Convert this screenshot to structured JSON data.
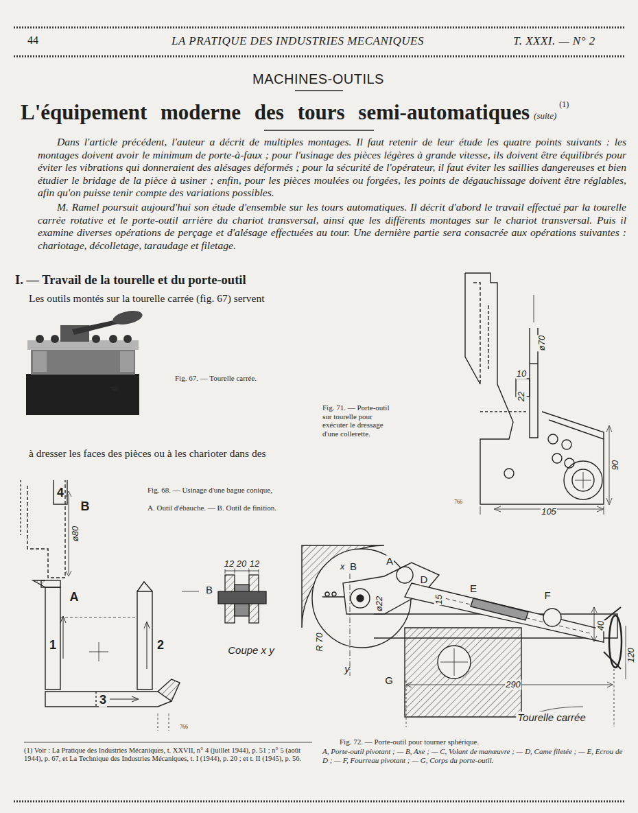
{
  "diagram": {
    "title": "L'équipement moderne des tours semi-automatiques",
    "labels": [
      "44",
      "LA PRATIQUE DES INDUSTRIES MECANIQUES",
      "T. XXXI. — N° 2",
      "MACHINES-OUTILS",
      "(suite)",
      "(1)",
      "Dans l'article précédent, l'auteur a décrit de multiples montages. Il faut retenir de leur étude les quatre points suivants : les montages doivent avoir le minimum de porte-à-faux ; pour l'usinage des pièces légères à grande vitesse, ils doivent être équilibrés pour éviter les vibrations qui donneraient des alésages déformés ; pour la sécurité de l'opérateur, il faut éviter les saillies dangereuses et bien étudier le bridage de la pièce à usiner ; enfin, pour les pièces moulées ou forgées, les points de dégauchissage doivent être réglables, afin qu'on puisse tenir compte des variations possibles.",
      "M. Ramel poursuit aujourd'hui son étude d'ensemble sur les tours automatiques. Il décrit d'abord le travail effectué par la tourelle carrée rotative et le porte-outil arrière du chariot transversal, ainsi que les différents montages sur le chariot transversal. Puis il examine diverses opérations de perçage et d'alésage effectuées au tour. Une dernière partie sera consacrée aux opérations suivantes : chariotage, décolletage, taraudage et filetage.",
      "I. — Travail de la tourelle et du porte-outil",
      "Les outils montés sur la tourelle carrée (fig. 67) servent",
      "à dresser les faces des pièces ou à les charioter dans des",
      "Fig. 67. — Tourelle carrée.",
      "766",
      "Fig. 71. — Porte-outil sur tourelle pour exécuter le dressage d'une collerette.",
      "766",
      "Fig. 68. — Usinage d'une bague conique,",
      "A. Outil d'ébauche. — B. Outil de finition.",
      "4",
      "B",
      "ø80",
      "A",
      "1",
      "2",
      "3",
      "766",
      "12",
      "20",
      "12",
      "B",
      "Coupe x y",
      "ø70",
      "10",
      "22",
      "90",
      "105",
      "x",
      "B",
      "A",
      "D",
      "15",
      "E",
      "F",
      "ø22",
      "R 70",
      "40",
      "120",
      "y",
      "G",
      "290",
      "Tourelle carrée",
      "Fig. 72. — Porte-outil pour tourner sphérique.",
      "A, Porte-outil pivotant ; — B, Axe ; — C, Volant de manœuvre ; — D, Came filetée ; — E, Ecrou de D ; — F, Fourreau pivotant ; — G, Corps du porte-outil.",
      "(1) Voir : La Pratique des Industries Mécaniques, t. XXVII, n° 4 (juillet 1944), p. 51 ; n° 5 (août 1944), p. 67, et La Technique des Industries Mécaniques, t. I (1944), p. 20 ; et t. II (1945), p. 56."
    ]
  }
}
